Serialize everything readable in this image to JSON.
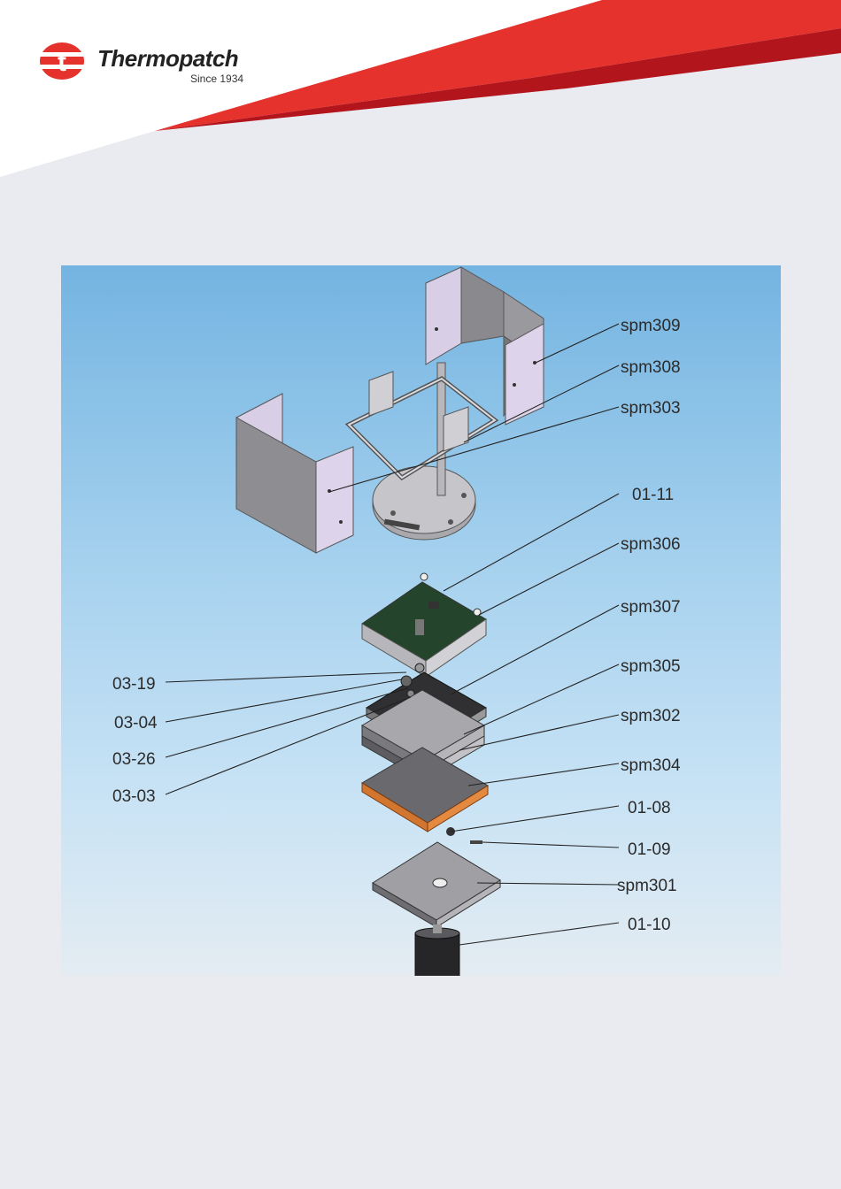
{
  "brand": {
    "name": "Thermopatch",
    "tagline": "Since 1934",
    "colors": {
      "primary_red": "#e5322d",
      "dark_red": "#b3151c",
      "text": "#222222"
    }
  },
  "header": {
    "decoration": "red-diagonal-swoosh"
  },
  "diagram": {
    "type": "exploded-assembly",
    "background": "sky-blue-gradient",
    "callouts_right": [
      {
        "id": "spm309",
        "label": "spm309"
      },
      {
        "id": "spm308",
        "label": "spm308"
      },
      {
        "id": "spm303",
        "label": "spm303"
      },
      {
        "id": "01-11",
        "label": "01-11"
      },
      {
        "id": "spm306",
        "label": "spm306"
      },
      {
        "id": "spm307",
        "label": "spm307"
      },
      {
        "id": "spm305",
        "label": "spm305"
      },
      {
        "id": "spm302",
        "label": "spm302"
      },
      {
        "id": "spm304",
        "label": "spm304"
      },
      {
        "id": "01-08",
        "label": "01-08"
      },
      {
        "id": "01-09",
        "label": "01-09"
      },
      {
        "id": "spm301",
        "label": "spm301"
      },
      {
        "id": "01-10",
        "label": "01-10"
      }
    ],
    "callouts_left": [
      {
        "id": "03-19",
        "label": "03-19"
      },
      {
        "id": "03-04",
        "label": "03-04"
      },
      {
        "id": "03-26",
        "label": "03-26"
      },
      {
        "id": "03-03",
        "label": "03-03"
      }
    ]
  }
}
